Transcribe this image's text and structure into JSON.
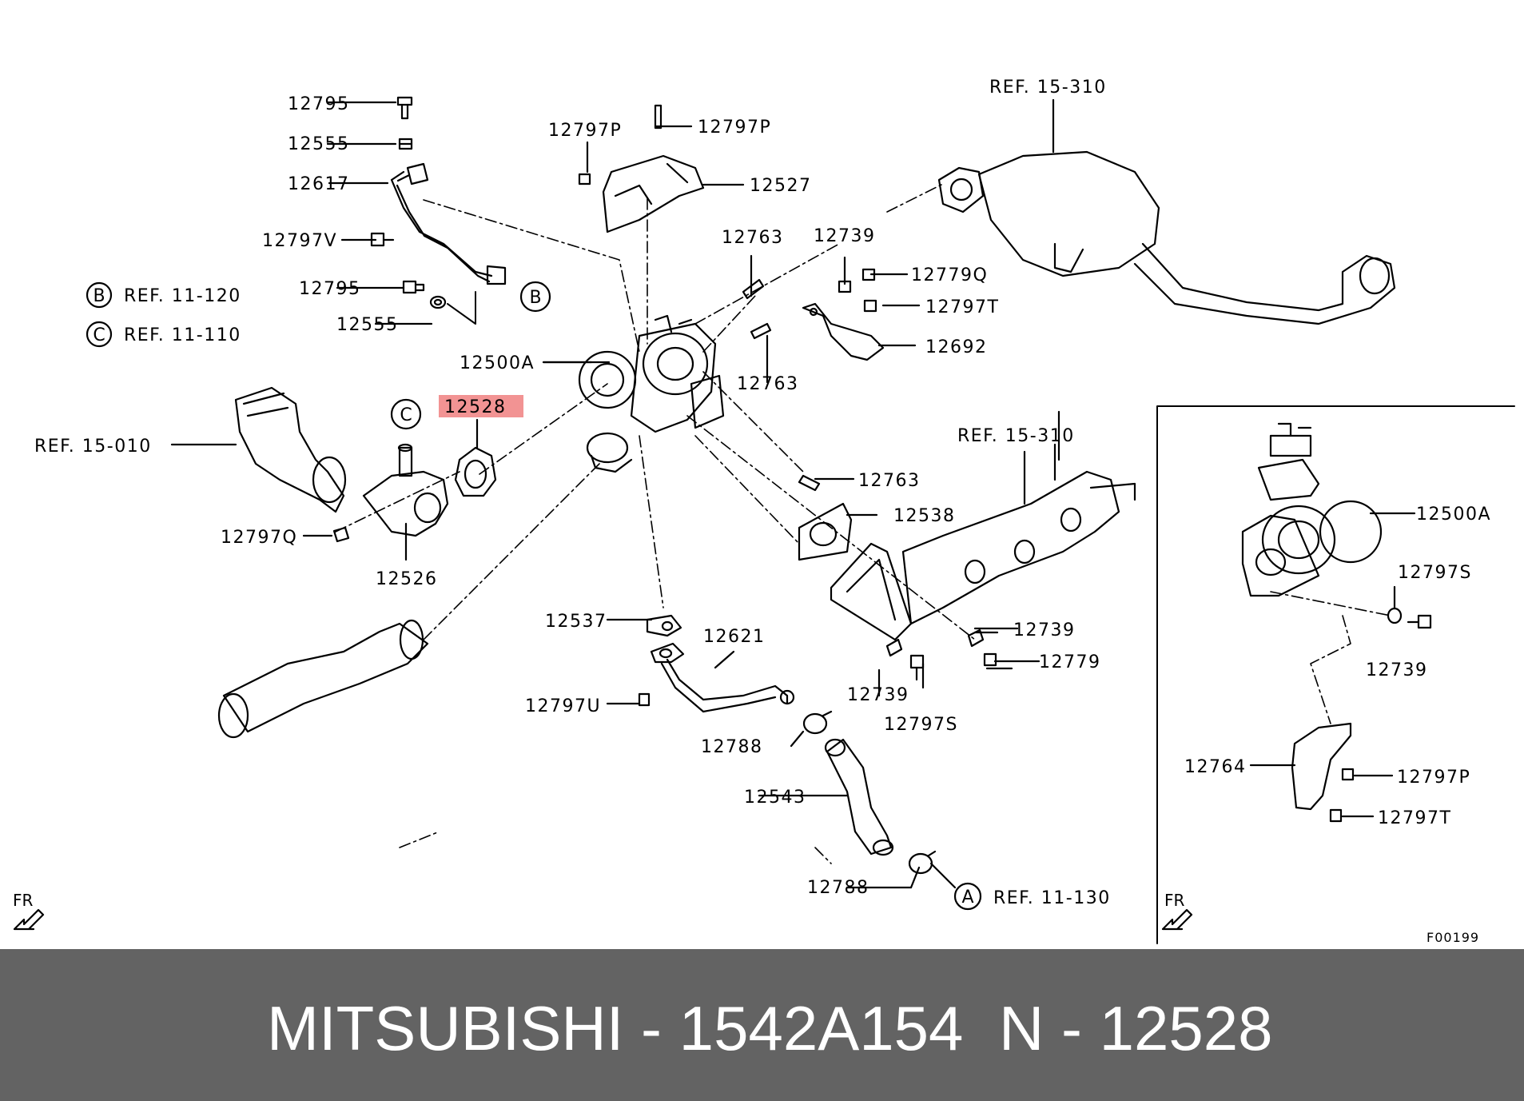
{
  "diagram": {
    "part_labels": [
      "12795",
      "12555",
      "12617",
      "12797V",
      "12795",
      "12555",
      "12500A",
      "12528",
      "12797Q",
      "12526",
      "12797P",
      "12797P",
      "12527",
      "12763",
      "12739",
      "12779Q",
      "12797T",
      "12692",
      "12763",
      "12763",
      "12538",
      "12739",
      "12779",
      "12739",
      "12797S",
      "12537",
      "12621",
      "12797U",
      "12788",
      "12543",
      "12788",
      "12500A",
      "12797S",
      "12739",
      "12764",
      "12797P",
      "12797T"
    ],
    "highlighted_part": "12528",
    "refs": [
      "REF. 15-310",
      "REF. 11-120",
      "REF. 11-110",
      "REF. 15-010",
      "REF. 15-310",
      "REF. 11-130"
    ],
    "circle_letters": [
      "B",
      "C",
      "B",
      "C",
      "A"
    ],
    "direction_labels": [
      "FR",
      "FR"
    ],
    "figure_code": "F00199",
    "colors": {
      "line": "#000000",
      "highlight": "#f08080",
      "footer_bg": "#636363",
      "footer_text": "#ffffff"
    }
  },
  "footer": {
    "left_text": "MITSUBISHI - 1542A154",
    "right_text": "N - 12528"
  }
}
